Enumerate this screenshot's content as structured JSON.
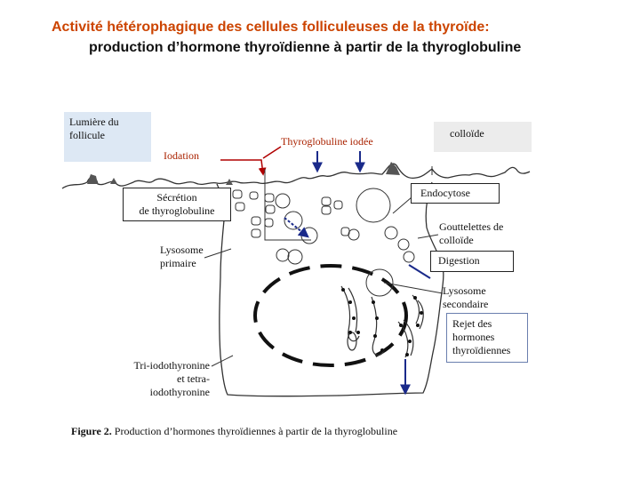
{
  "title": {
    "line1": "Activité hétérophagique des cellules folliculeuses de la thyroïde:",
    "line2": "production d’hormone thyroïdienne à partir de la thyroglobuline"
  },
  "labels": {
    "lumiere_line1": "Lumière du",
    "lumiere_line2": "follicule",
    "iodation": "Iodation",
    "thyroglobuline_iodee": "Thyroglobuline iodée",
    "colloide": "colloïde",
    "secretion_line1": "Sécrétion",
    "secretion_line2": "de thyroglobuline",
    "endocytose": "Endocytose",
    "gouttelettes_line1": "Gouttelettes de",
    "gouttelettes_line2": "colloïde",
    "digestion": "Digestion",
    "lysosome_primaire_line1": "Lysosome",
    "lysosome_primaire_line2": "primaire",
    "lysosome_secondaire_line1": "Lysosome",
    "lysosome_secondaire_line2": "secondaire",
    "rejet_line1": "Rejet des",
    "rejet_line2": "hormones",
    "rejet_line3": "thyroïdiennes",
    "tri_line1": "Tri-iodothyronine",
    "tri_line2": "et tetra-",
    "tri_line3": "iodothyronine"
  },
  "caption": {
    "bold": "Figure 2.",
    "text": " Production d’hormones thyroïdiennes à partir de la thyroglobuline"
  },
  "colors": {
    "title_accent": "#cc4400",
    "arrow_blue": "#1a2a8a",
    "arrow_red": "#b00000",
    "outline": "#333333"
  }
}
